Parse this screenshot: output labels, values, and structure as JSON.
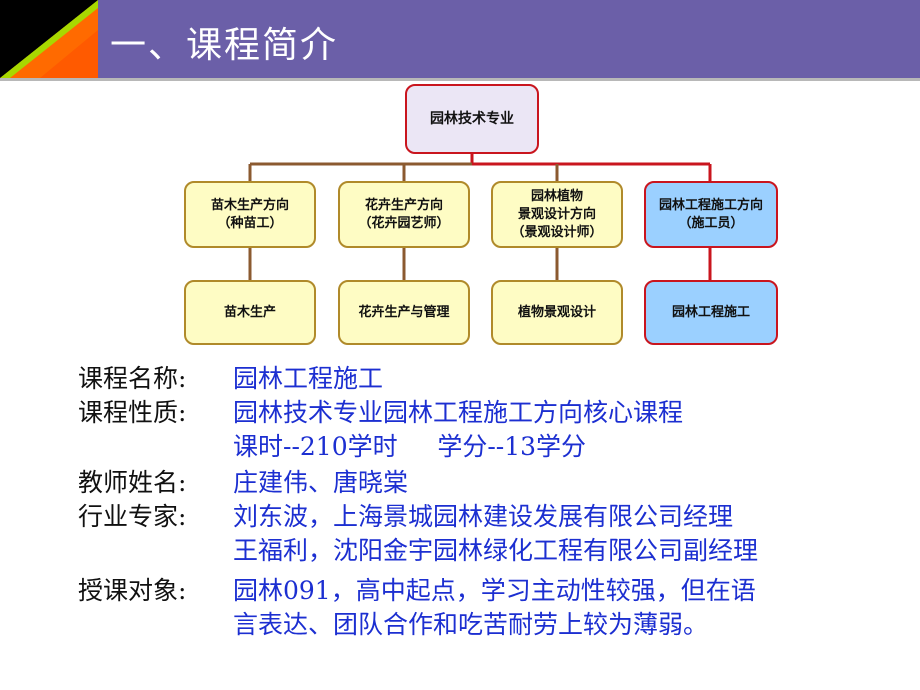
{
  "header": {
    "title": "一、课程简介"
  },
  "org": {
    "root": "园林技术专业",
    "directions": [
      {
        "line1": "苗木生产方向",
        "line2": "（种苗工）"
      },
      {
        "line1": "花卉生产方向",
        "line2": "（花卉园艺师）"
      },
      {
        "line1": "园林植物",
        "line2": "景观设计方向",
        "line3": "（景观设计师）"
      },
      {
        "line1": "园林工程施工方向",
        "line2": "（施工员）"
      }
    ],
    "courses": [
      "苗木生产",
      "花卉生产与管理",
      "植物景观设计",
      "园林工程施工"
    ]
  },
  "info": {
    "course_name": {
      "label": "课程名称:",
      "value": "园林工程施工"
    },
    "course_nature": {
      "label": "课程性质:",
      "value": "园林技术专业园林工程施工方向核心课程",
      "extra": "课时--210学时     学分--13学分"
    },
    "teachers": {
      "label": "教师姓名:",
      "value": "庄建伟、唐晓棠"
    },
    "experts": {
      "label": "行业专家:",
      "value1": "刘东波，上海景城园林建设发展有限公司经理",
      "value2": "王福利，沈阳金宇园林绿化工程有限公司副经理"
    },
    "audience": {
      "label": "授课对象:",
      "value1": "园林091，高中起点，学习主动性较强，但在语",
      "value2": "言表达、团队合作和吃苦耐劳上较为薄弱。"
    }
  }
}
